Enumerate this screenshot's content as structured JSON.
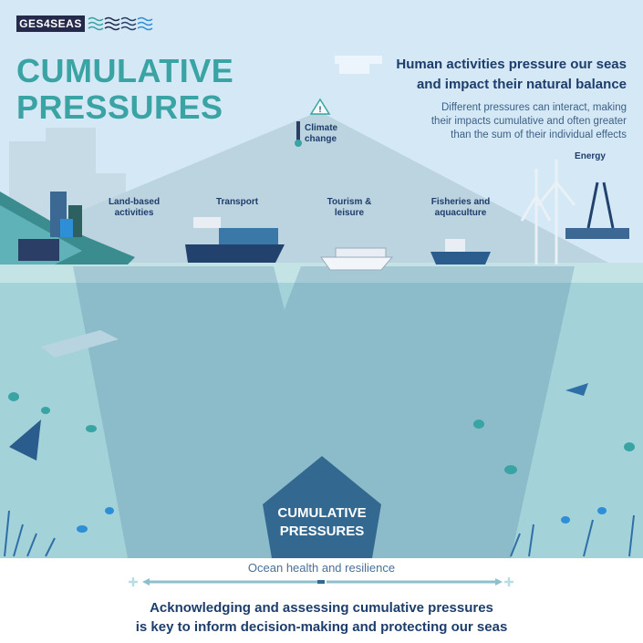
{
  "logo": {
    "text": "GES4SEAS"
  },
  "title": {
    "line1": "CUMULATIVE",
    "line2": "PRESSURES"
  },
  "intro": {
    "heading_line1": "Human activities pressure our seas",
    "heading_line2": "and impact their natural balance",
    "body_line1": "Different pressures can interact, making",
    "body_line2": "their impacts cumulative and often greater",
    "body_line3": "than the sum of their individual effects"
  },
  "pressures": {
    "climate_line1": "Climate",
    "climate_line2": "change",
    "land_line1": "Land-based",
    "land_line2": "activities",
    "transport": "Transport",
    "tourism_line1": "Tourism &",
    "tourism_line2": "leisure",
    "fisheries_line1": "Fisheries and",
    "fisheries_line2": "aquaculture",
    "energy": "Energy"
  },
  "center": {
    "line1": "CUMULATIVE",
    "line2": "PRESSURES"
  },
  "scale": {
    "label": "Ocean health and resilience"
  },
  "footer": {
    "line1": "Acknowledging and assessing cumulative pressures",
    "line2": "is key to inform decision-making and protecting our seas"
  },
  "colors": {
    "sky": "#d4e9f5",
    "sea": "#a3d3d8",
    "navy": "#1d3d6b",
    "teal": "#3aa3a3",
    "core": "#336890"
  }
}
